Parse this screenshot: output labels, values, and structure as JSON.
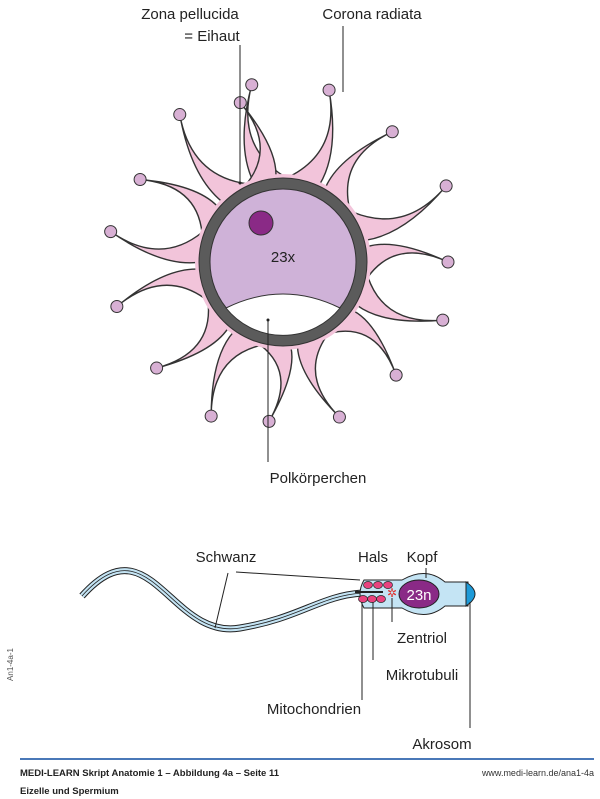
{
  "egg": {
    "label_zona_1": "Zona pellucida",
    "label_zona_2": "= Eihaut",
    "label_corona": "Corona radiata",
    "chromosomes": "23x",
    "label_polar": "Polkörperchen"
  },
  "sperm": {
    "label_tail": "Schwanz",
    "label_neck": "Hals",
    "label_head": "Kopf",
    "chromosomes": "23n",
    "label_centriole": "Zentriol",
    "label_microtubules": "Mikrotubuli",
    "label_mitochondria": "Mitochondrien",
    "label_acrosome": "Akrosom"
  },
  "footer": {
    "title": "MEDI-LEARN Skript Anatomie 1 – Abbildung 4a – Seite 11",
    "subtitle": "Eizelle und Spermium",
    "url": "www.medi-learn.de/ana1-4a",
    "side_code": "An1-4a-1"
  },
  "colors": {
    "corona": "#f2c4da",
    "ring": "#5b5b5b",
    "cytoplasm": "#cfb2d8",
    "nucleus": "#8a2a86",
    "sperm": "#c4e4f4",
    "acrosome": "#1d9ad8",
    "mito": "#e8437f"
  }
}
